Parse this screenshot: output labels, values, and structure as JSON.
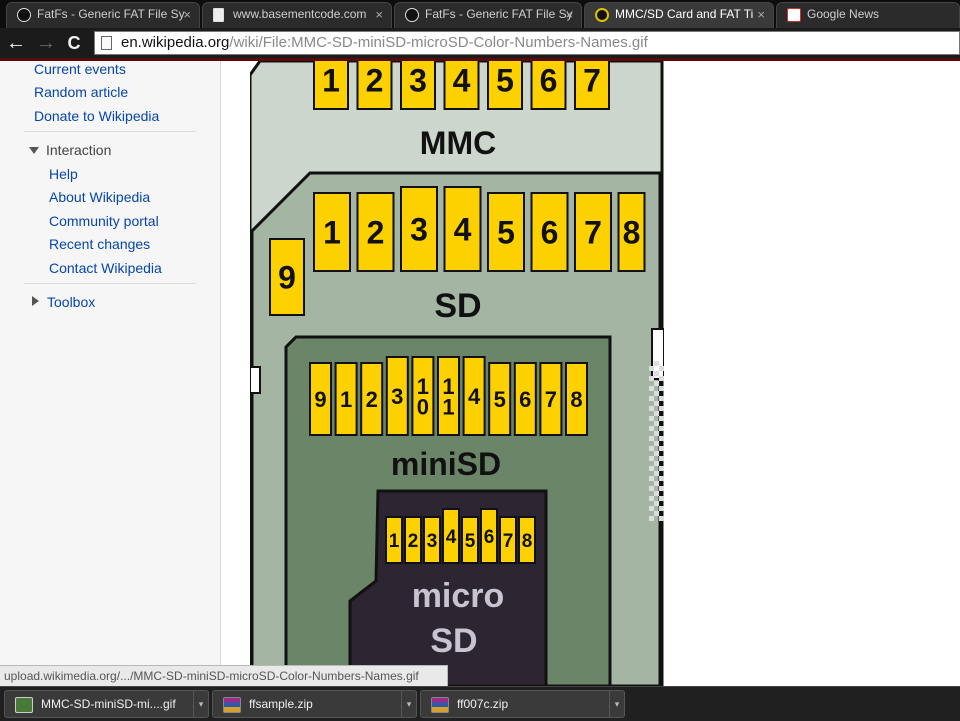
{
  "tabs": [
    {
      "title": "FatFs - Generic FAT File Sy",
      "icon": "chan-icon"
    },
    {
      "title": "www.basementcode.com",
      "icon": "document-icon"
    },
    {
      "title": "FatFs - Generic FAT File Sy",
      "icon": "chan-icon"
    },
    {
      "title": "MMC/SD Card and FAT Ti",
      "icon": "ref-icon"
    },
    {
      "title": "Google News",
      "icon": "google-news-icon"
    }
  ],
  "tab_close_glyph": "×",
  "toolbar": {
    "back_glyph": "←",
    "forward_glyph": "→",
    "reload_glyph": "C",
    "url_domain": "en.wikipedia.org",
    "url_path": "/wiki/File:MMC-SD-miniSD-microSD-Color-Numbers-Names.gif"
  },
  "sidebar": {
    "nav_links": [
      "Current events",
      "Random article",
      "Donate to Wikipedia"
    ],
    "interaction_header": "Interaction",
    "interaction_links": [
      "Help",
      "About Wikipedia",
      "Community portal",
      "Recent changes",
      "Contact Wikipedia"
    ],
    "toolbox_header": "Toolbox"
  },
  "figure": {
    "mmc_label": "MMC",
    "mmc_pins": [
      "1",
      "2",
      "3",
      "4",
      "5",
      "6",
      "7"
    ],
    "sd_label": "SD",
    "sd_pins": [
      "1",
      "2",
      "3",
      "4",
      "5",
      "6",
      "7",
      "8"
    ],
    "sd_extra_pin": "9",
    "minisd_label": "miniSD",
    "minisd_pins": [
      "9",
      "1",
      "2",
      "3",
      "10",
      "11",
      "4",
      "5",
      "6",
      "7",
      "8"
    ],
    "microsd_label_1": "micro",
    "microsd_label_2": "SD",
    "microsd_pins": [
      "1",
      "2",
      "3",
      "4",
      "5",
      "6",
      "7",
      "8"
    ],
    "colors": {
      "pin": "#fdd000",
      "mmc_body": "#ccd6cc",
      "sd_body": "#a4b5a4",
      "minisd_body": "#6b8568",
      "microsd_body": "#2e2533",
      "outline": "#111111"
    }
  },
  "status_url": "upload.wikimedia.org/.../MMC-SD-miniSD-microSD-Color-Numbers-Names.gif",
  "downloads": [
    {
      "name": "MMC-SD-miniSD-mi....gif",
      "icon": "image-file-icon"
    },
    {
      "name": "ffsample.zip",
      "icon": "zip-file-icon"
    },
    {
      "name": "ff007c.zip",
      "icon": "zip-file-icon"
    }
  ],
  "download_menu_glyph": "▾"
}
